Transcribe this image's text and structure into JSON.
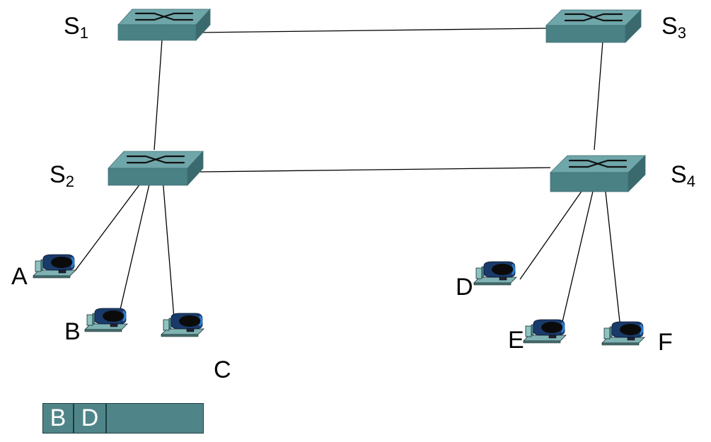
{
  "switches": [
    {
      "id": "S1",
      "letter": "S",
      "sub": "1"
    },
    {
      "id": "S2",
      "letter": "S",
      "sub": "2"
    },
    {
      "id": "S3",
      "letter": "S",
      "sub": "3"
    },
    {
      "id": "S4",
      "letter": "S",
      "sub": "4"
    }
  ],
  "hosts": [
    {
      "id": "A",
      "label": "A"
    },
    {
      "id": "B",
      "label": "B"
    },
    {
      "id": "C",
      "label": "C"
    },
    {
      "id": "D",
      "label": "D"
    },
    {
      "id": "E",
      "label": "E"
    },
    {
      "id": "F",
      "label": "F"
    }
  ],
  "links": [
    [
      "S1",
      "S3"
    ],
    [
      "S1",
      "S2"
    ],
    [
      "S3",
      "S4"
    ],
    [
      "S2",
      "S4"
    ],
    [
      "S2",
      "A"
    ],
    [
      "S2",
      "B"
    ],
    [
      "S2",
      "C"
    ],
    [
      "S4",
      "D"
    ],
    [
      "S4",
      "E"
    ],
    [
      "S4",
      "F"
    ]
  ],
  "frame": {
    "fields": [
      "B",
      "D",
      ""
    ]
  },
  "colors": {
    "switch_top": "#6fa6aa",
    "switch_front": "#4a8185",
    "switch_side": "#3a6a6e",
    "frame_fill": "#4f8589",
    "link": "#000000"
  }
}
